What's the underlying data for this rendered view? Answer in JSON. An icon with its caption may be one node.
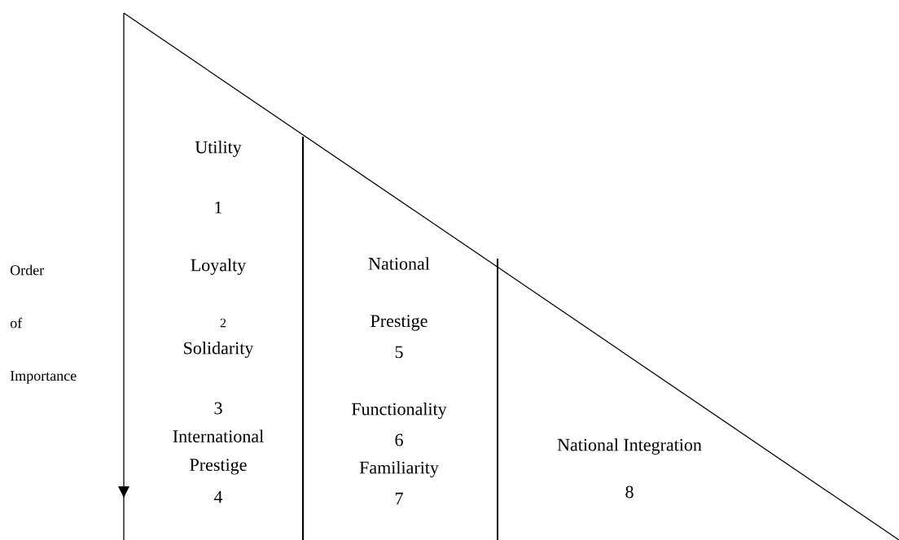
{
  "diagram": {
    "labels": [
      "Order",
      "of",
      "Importance",
      "Utility",
      "1",
      "Loyalty",
      "2",
      "Solidarity",
      "3",
      "International Prestige",
      "4",
      "National",
      "Prestige",
      "5",
      "Functionality",
      "6",
      "Familiarity",
      "7",
      "National Integration",
      "8"
    ]
  }
}
